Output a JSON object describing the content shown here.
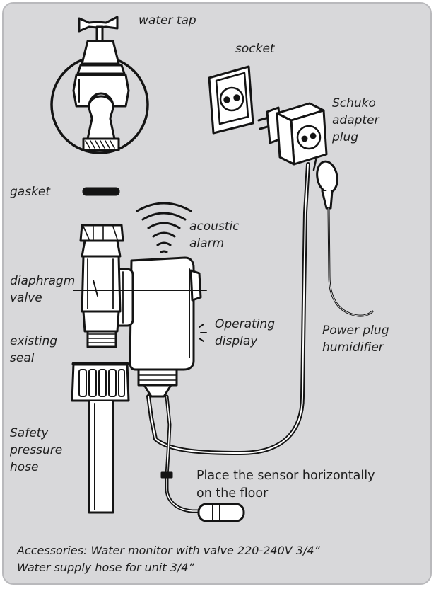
{
  "labels": {
    "water_tap": "water tap",
    "socket": "socket",
    "schuko_adapter_plug": "Schuko\nadapter\nplug",
    "gasket": "gasket",
    "acoustic_alarm": "acoustic\nalarm",
    "diaphragm_valve": "diaphragm\nvalve",
    "operating_display": "Operating\ndisplay",
    "power_plug_humidifier": "Power plug\nhumidifier",
    "existing_seal": "existing\nseal",
    "safety_pressure_hose": "Safety\npressure\nhose",
    "sensor_instruction": "Place the sensor horizontally\non the floor"
  },
  "footer": {
    "accessories_line1": "Accessories: Water monitor with valve 220-240V 3/4”",
    "accessories_line2": "Water supply hose for unit 3/4”"
  },
  "colors": {
    "panel_background": "#d8d8da",
    "line_art": "#141414",
    "part_fill": "#ffffff"
  }
}
